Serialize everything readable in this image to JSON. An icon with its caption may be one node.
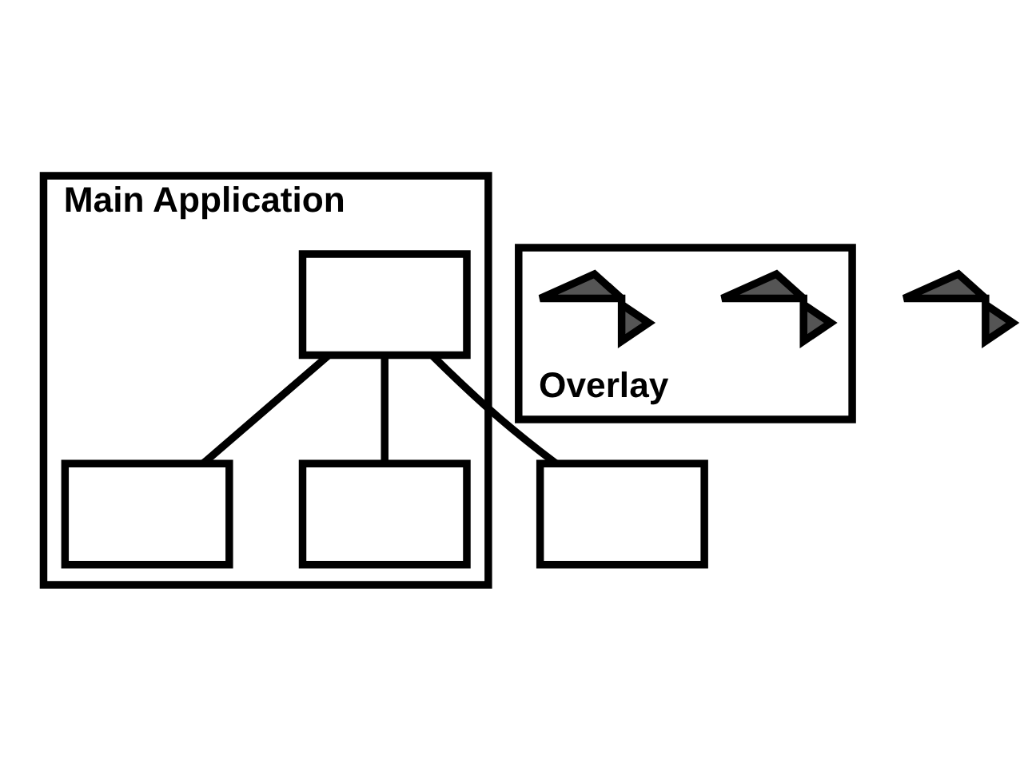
{
  "diagram": {
    "nodes": [
      {
        "text": [
          "Main Application"
        ]
      },
      {
        "text": [
          "Overlay"
        ]
      },
      {
        "text": [],
        "shape": "box",
        "in": 0
      },
      {
        "text": [],
        "shape": "box",
        "in": 0
      },
      {
        "text": [],
        "shape": "box"
      },
      {
        "text": [],
        "shape": "box",
        "in": 0
      },
      {
        "text": [],
        "shape": "arrow",
        "in": 1
      },
      {
        "text": [],
        "shape": "arrow"
      },
      {
        "text": [],
        "shape": "arrow",
        "in": 1
      }
    ],
    "edges": [
      {
        "from": 2,
        "to": 3,
        "arrow": "none"
      },
      {
        "from": 2,
        "to": 4,
        "arrow": "none"
      },
      {
        "from": 2,
        "to": 5,
        "arrow": "none"
      }
    ]
  }
}
